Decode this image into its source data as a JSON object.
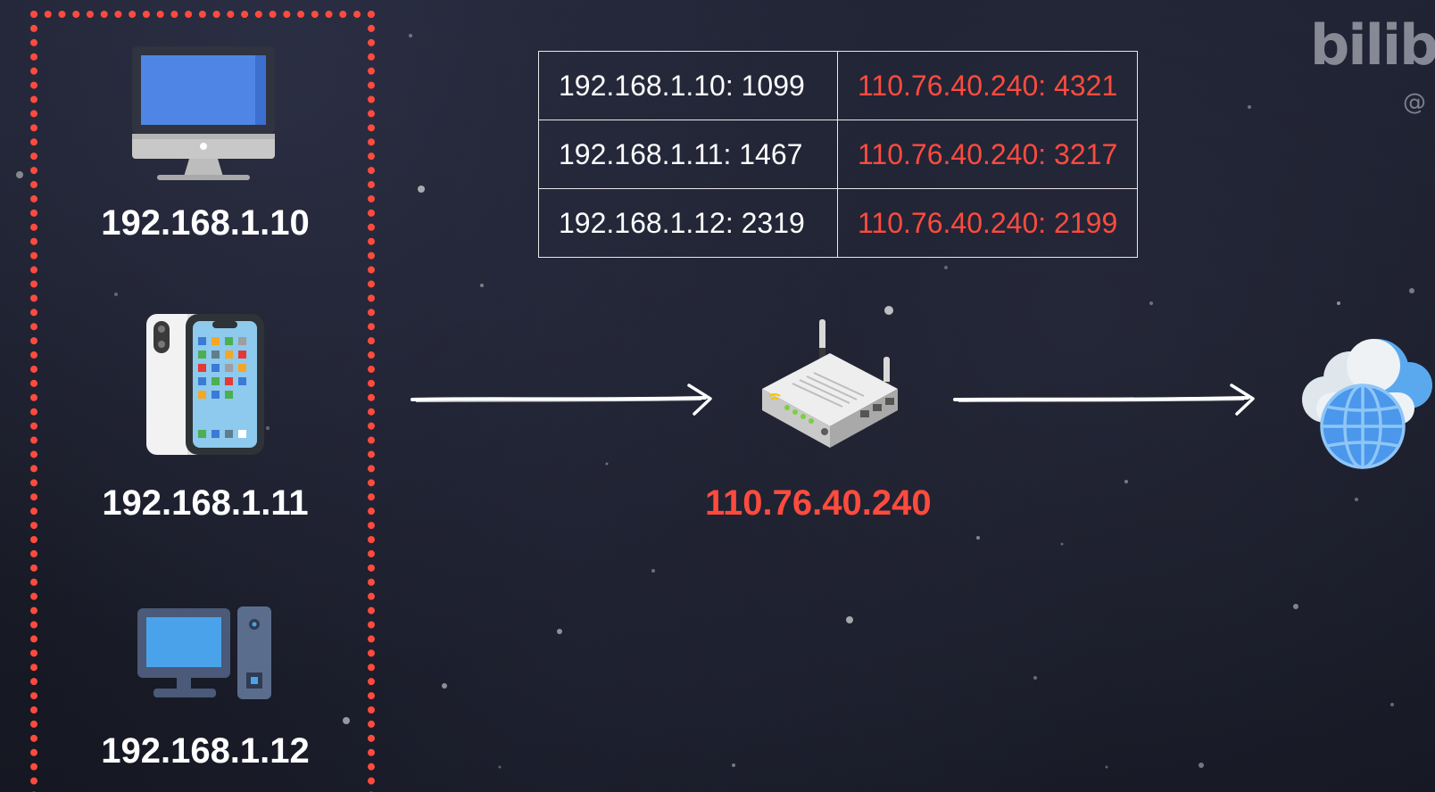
{
  "devices": [
    {
      "ip": "192.168.1.10",
      "icon": "imac-icon"
    },
    {
      "ip": "192.168.1.11",
      "icon": "smartphone-icon"
    },
    {
      "ip": "192.168.1.12",
      "icon": "desktop-pc-icon"
    }
  ],
  "router": {
    "ip": "110.76.40.240",
    "icon": "wifi-router-icon"
  },
  "internet": {
    "icon": "cloud-globe-icon"
  },
  "nat_table": [
    {
      "private": "192.168.1.10: 1099",
      "public": "110.76.40.240: 4321"
    },
    {
      "private": "192.168.1.11: 1467",
      "public": "110.76.40.240: 3217"
    },
    {
      "private": "192.168.1.12: 2319",
      "public": "110.76.40.240: 2199"
    }
  ],
  "watermark": {
    "logo": "bilibili",
    "user": "@"
  },
  "colors": {
    "accent": "#ff4b3e",
    "background": "#1b1d2a",
    "text": "#ffffff"
  }
}
